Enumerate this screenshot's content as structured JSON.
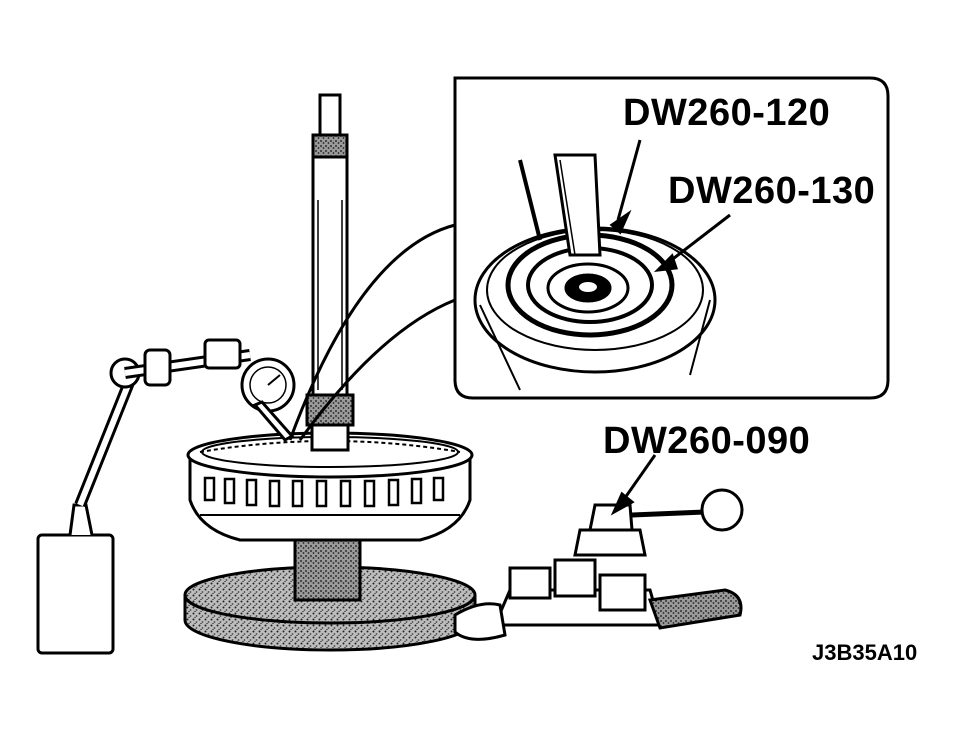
{
  "labels": {
    "tool_120": "DW260-120",
    "tool_130": "DW260-130",
    "tool_090": "DW260-090",
    "figure_id": "J3B35A10"
  },
  "colors": {
    "ink": "#000000",
    "paper": "#ffffff",
    "stipple": "#8a8a8a"
  }
}
